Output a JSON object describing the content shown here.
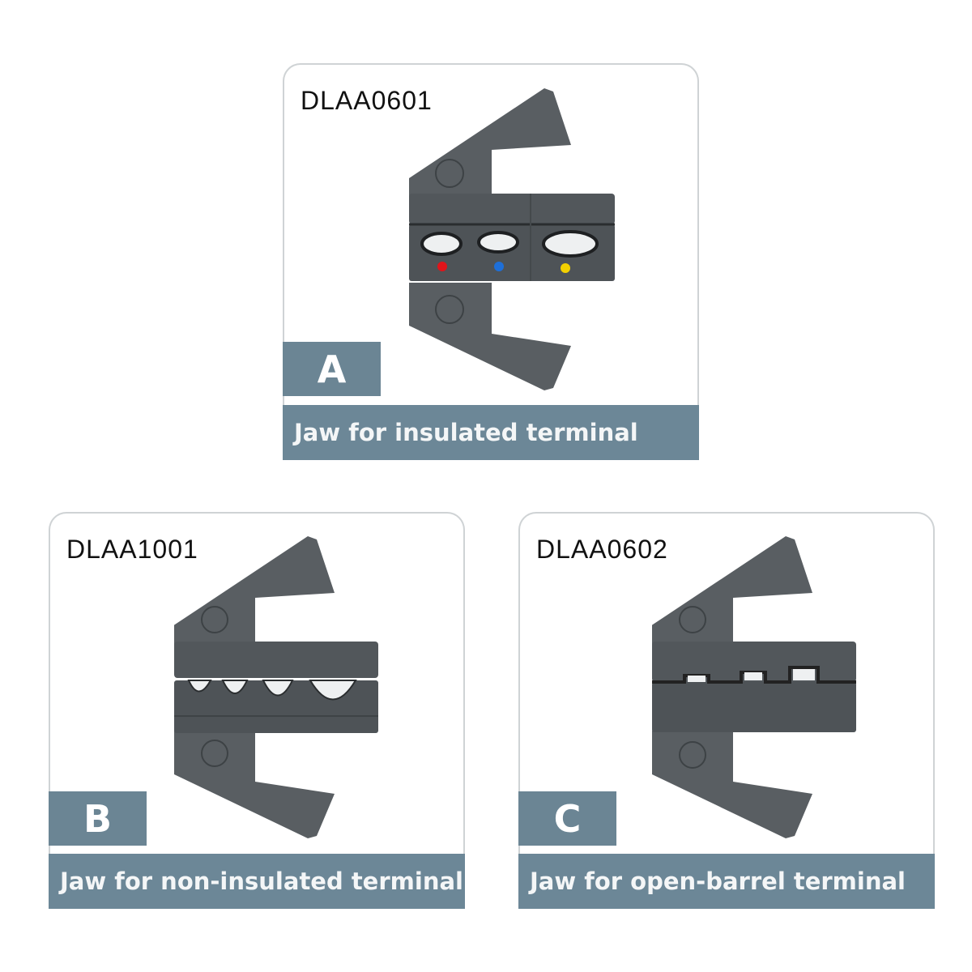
{
  "cards": [
    {
      "code": "DLAA0601",
      "letter": "A",
      "caption": "Jaw for insulated terminal",
      "marks": [
        "red",
        "blue",
        "yellow"
      ]
    },
    {
      "code": "DLAA1001",
      "letter": "B",
      "caption": "Jaw for non-insulated terminal"
    },
    {
      "code": "DLAA0602",
      "letter": "C",
      "caption": "Jaw for open-barrel terminal"
    }
  ],
  "colors": {
    "band": "#6c8797",
    "metal": "#585d61",
    "die": "#4e5357",
    "red": "#e0141a",
    "blue": "#1e6fd8",
    "yellow": "#f2d000"
  }
}
